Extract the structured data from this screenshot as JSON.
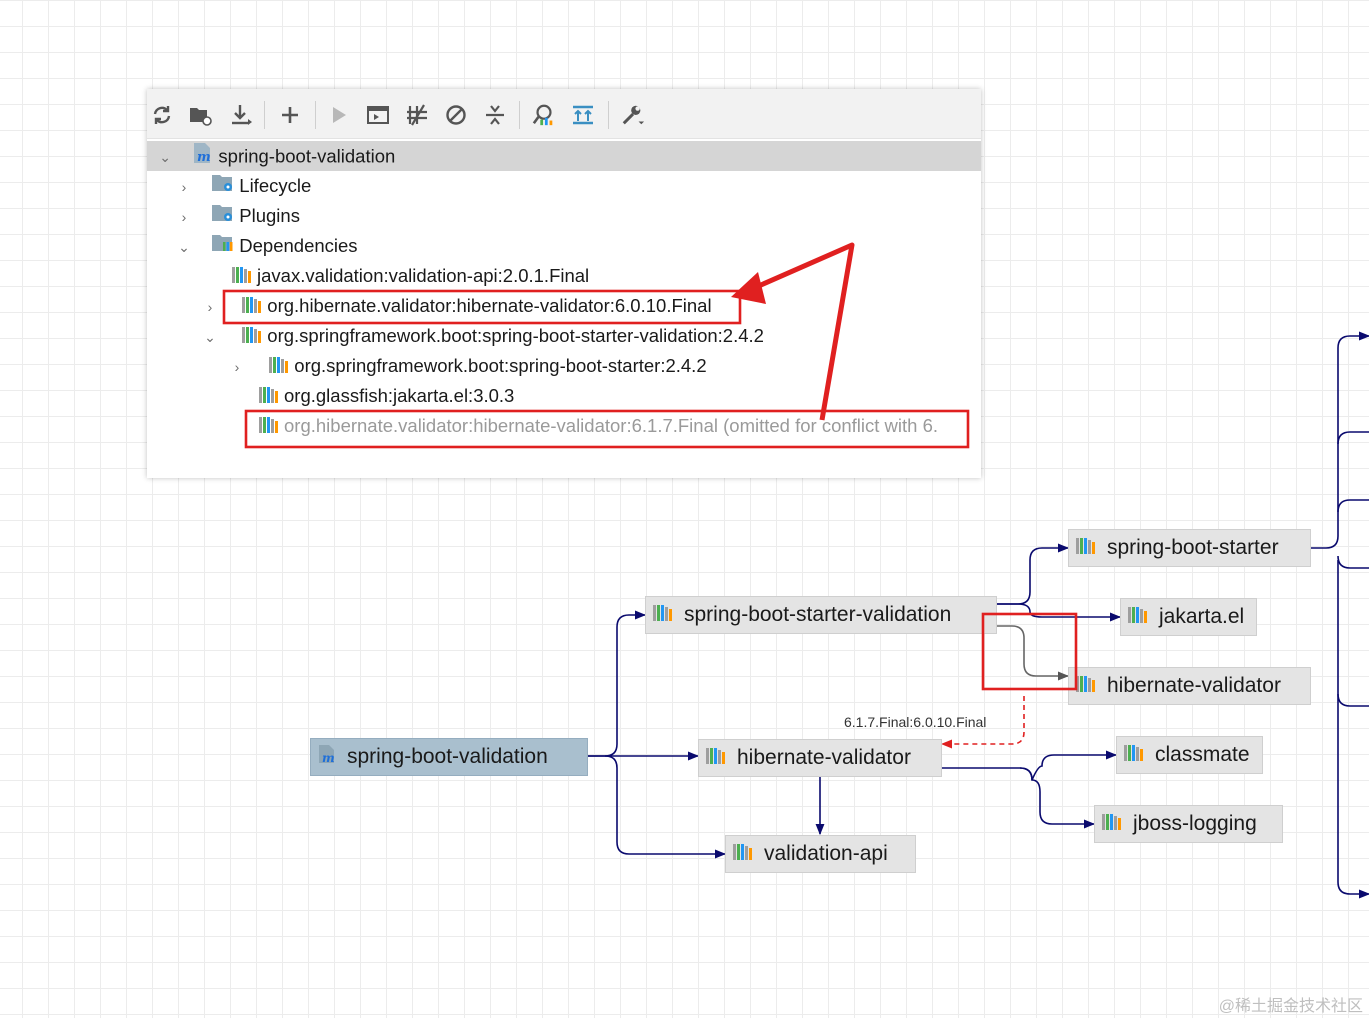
{
  "toolbar": {
    "buttons": [
      "reload-icon",
      "open-folder-icon",
      "download-icon",
      "add-icon",
      "run-icon",
      "execute-goal-icon",
      "toggle-offline-icon",
      "skip-tests-icon",
      "collapse-icon",
      "analyze-dependencies-icon",
      "show-diagram-icon",
      "settings-icon"
    ]
  },
  "tree": {
    "project": "spring-boot-validation",
    "lifecycle": "Lifecycle",
    "plugins": "Plugins",
    "dependencies": "Dependencies",
    "dep1": "javax.validation:validation-api:2.0.1.Final",
    "dep2": "org.hibernate.validator:hibernate-validator:6.0.10.Final",
    "dep3": "org.springframework.boot:spring-boot-starter-validation:2.4.2",
    "dep3_child1": "org.springframework.boot:spring-boot-starter:2.4.2",
    "dep3_child2": "org.glassfish:jakarta.el:3.0.3",
    "dep3_child3": "org.hibernate.validator:hibernate-validator:6.1.7.Final (omitted for conflict with 6."
  },
  "graph": {
    "root": "spring-boot-validation",
    "starter_validation": "spring-boot-starter-validation",
    "hibernate_validator": "hibernate-validator",
    "validation_api": "validation-api",
    "spring_boot_starter": "spring-boot-starter",
    "jakarta_el": "jakarta.el",
    "hibernate_validator_omitted": "hibernate-validator",
    "classmate": "classmate",
    "jboss_logging": "jboss-logging",
    "conflict_label": "6.1.7.Final:6.0.10.Final"
  },
  "colors": {
    "edge": "#0a0a6e",
    "highlight": "#e02020",
    "selected_row": "#d5d5d5",
    "root_node": "#a9bfce",
    "node": "#e4e4e4"
  },
  "watermark": "@稀土掘金技术社区"
}
